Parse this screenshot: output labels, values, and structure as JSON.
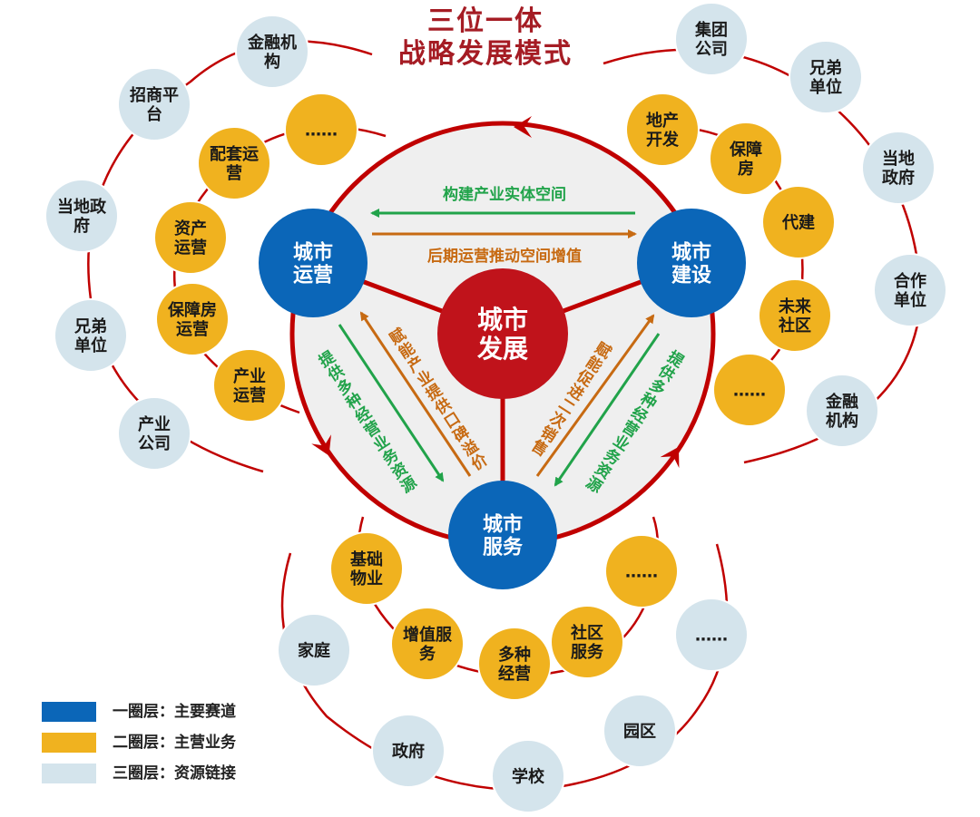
{
  "title": {
    "line1": "三位一体",
    "line2": "战略发展模式"
  },
  "colors": {
    "red": "#c00000",
    "dark_red": "#a51c24",
    "blue": "#0b66b8",
    "gold": "#f0b21f",
    "pale": "#d4e4ec",
    "green": "#21a34a",
    "orange": "#c76a12",
    "inner_bg": "#efefef"
  },
  "center": {
    "label": "城市\n发展"
  },
  "core": [
    {
      "id": "ops",
      "label": "城市\n运营"
    },
    {
      "id": "build",
      "label": "城市\n建设"
    },
    {
      "id": "service",
      "label": "城市\n服务"
    }
  ],
  "flows": {
    "top_green": "构建产业实体空间",
    "top_orange": "后期运营推动空间增值",
    "left_green": "提供多种经营业务资源",
    "left_orange": "赋能产业提供口碑溢价",
    "right_orange": "赋能促进二次销售",
    "right_green": "提供多种经营业务资源"
  },
  "ring2": [
    {
      "label": "……"
    },
    {
      "label": "配套运\n营"
    },
    {
      "label": "资产\n运营"
    },
    {
      "label": "保障房\n运营"
    },
    {
      "label": "产业\n运营"
    },
    {
      "label": "地产\n开发"
    },
    {
      "label": "保障\n房"
    },
    {
      "label": "代建"
    },
    {
      "label": "未来\n社区"
    },
    {
      "label": "……"
    },
    {
      "label": "基础\n物业"
    },
    {
      "label": "增值服\n务"
    },
    {
      "label": "多种\n经营"
    },
    {
      "label": "社区\n服务"
    },
    {
      "label": "……"
    }
  ],
  "ring3": [
    {
      "label": "金融机\n构"
    },
    {
      "label": "招商平\n台"
    },
    {
      "label": "当地政\n府"
    },
    {
      "label": "兄弟\n单位"
    },
    {
      "label": "产业\n公司"
    },
    {
      "label": "集团\n公司"
    },
    {
      "label": "兄弟\n单位"
    },
    {
      "label": "当地\n政府"
    },
    {
      "label": "合作\n单位"
    },
    {
      "label": "金融\n机构"
    },
    {
      "label": "家庭"
    },
    {
      "label": "政府"
    },
    {
      "label": "学校"
    },
    {
      "label": "园区"
    },
    {
      "label": "……"
    }
  ],
  "legend": [
    {
      "label": "一圈层：主要赛道",
      "color": "#0b66b8"
    },
    {
      "label": "二圈层：主营业务",
      "color": "#f0b21f"
    },
    {
      "label": "三圈层：资源链接",
      "color": "#d4e4ec"
    }
  ]
}
